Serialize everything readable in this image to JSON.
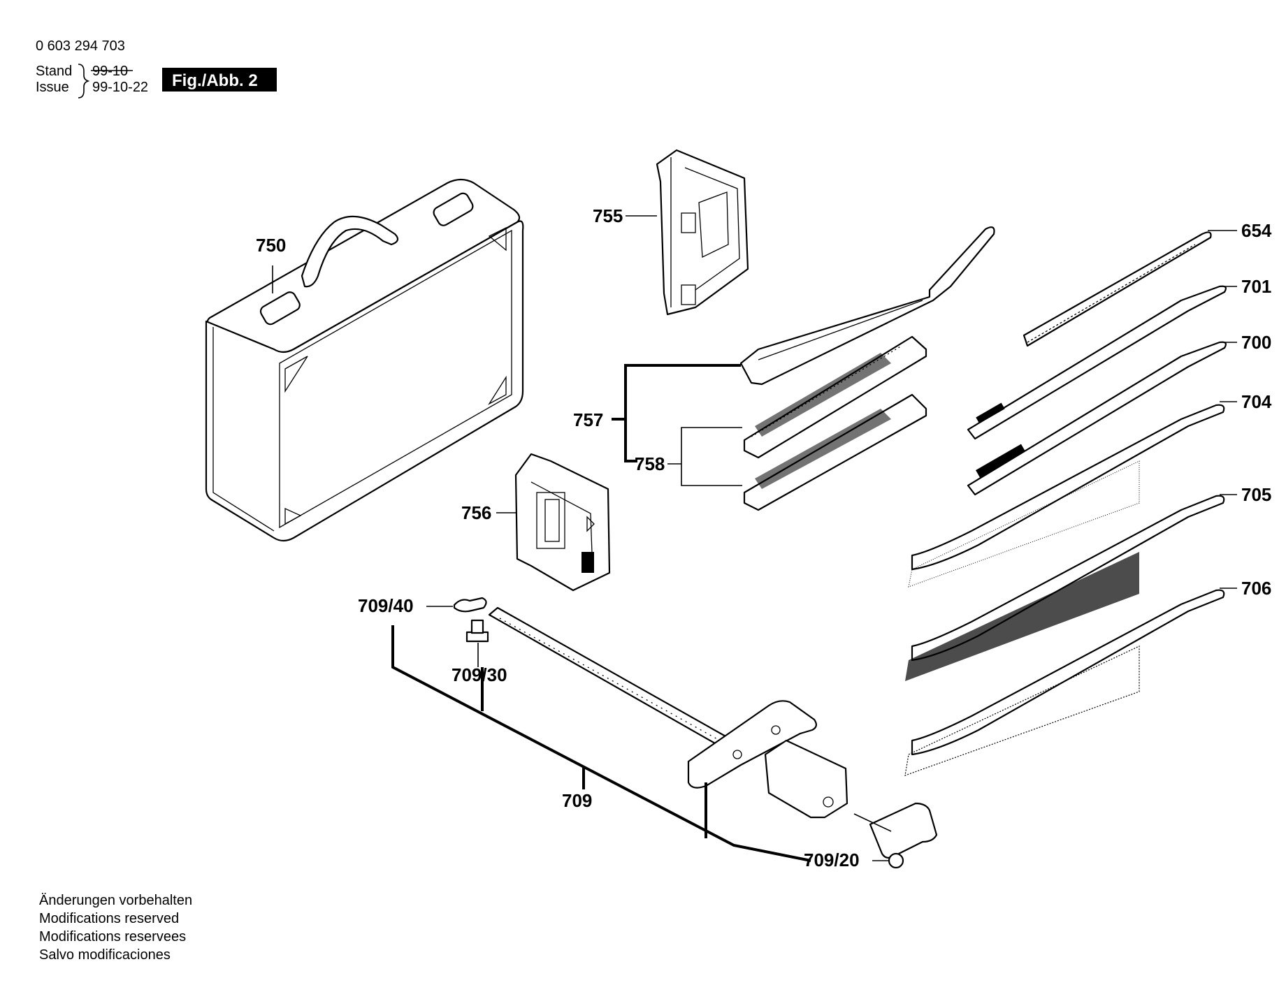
{
  "header": {
    "part_number": "0 603 294 703",
    "stand_label": "Stand",
    "issue_label": "Issue",
    "stand_date_struck": "99-10",
    "issue_date": "99-10-22",
    "figure_label": "Fig./Abb. 2"
  },
  "callouts": {
    "c750": "750",
    "c755": "755",
    "c756": "756",
    "c757": "757",
    "c758": "758",
    "c654": "654",
    "c701": "701",
    "c700": "700",
    "c704": "704",
    "c705": "705",
    "c706": "706",
    "c709_40": "709/40",
    "c709_30": "709/30",
    "c709": "709",
    "c709_20": "709/20"
  },
  "footer": {
    "lines": [
      "Änderungen vorbehalten",
      "Modifications reserved",
      "Modifications reservees",
      "Salvo modificaciones"
    ]
  }
}
